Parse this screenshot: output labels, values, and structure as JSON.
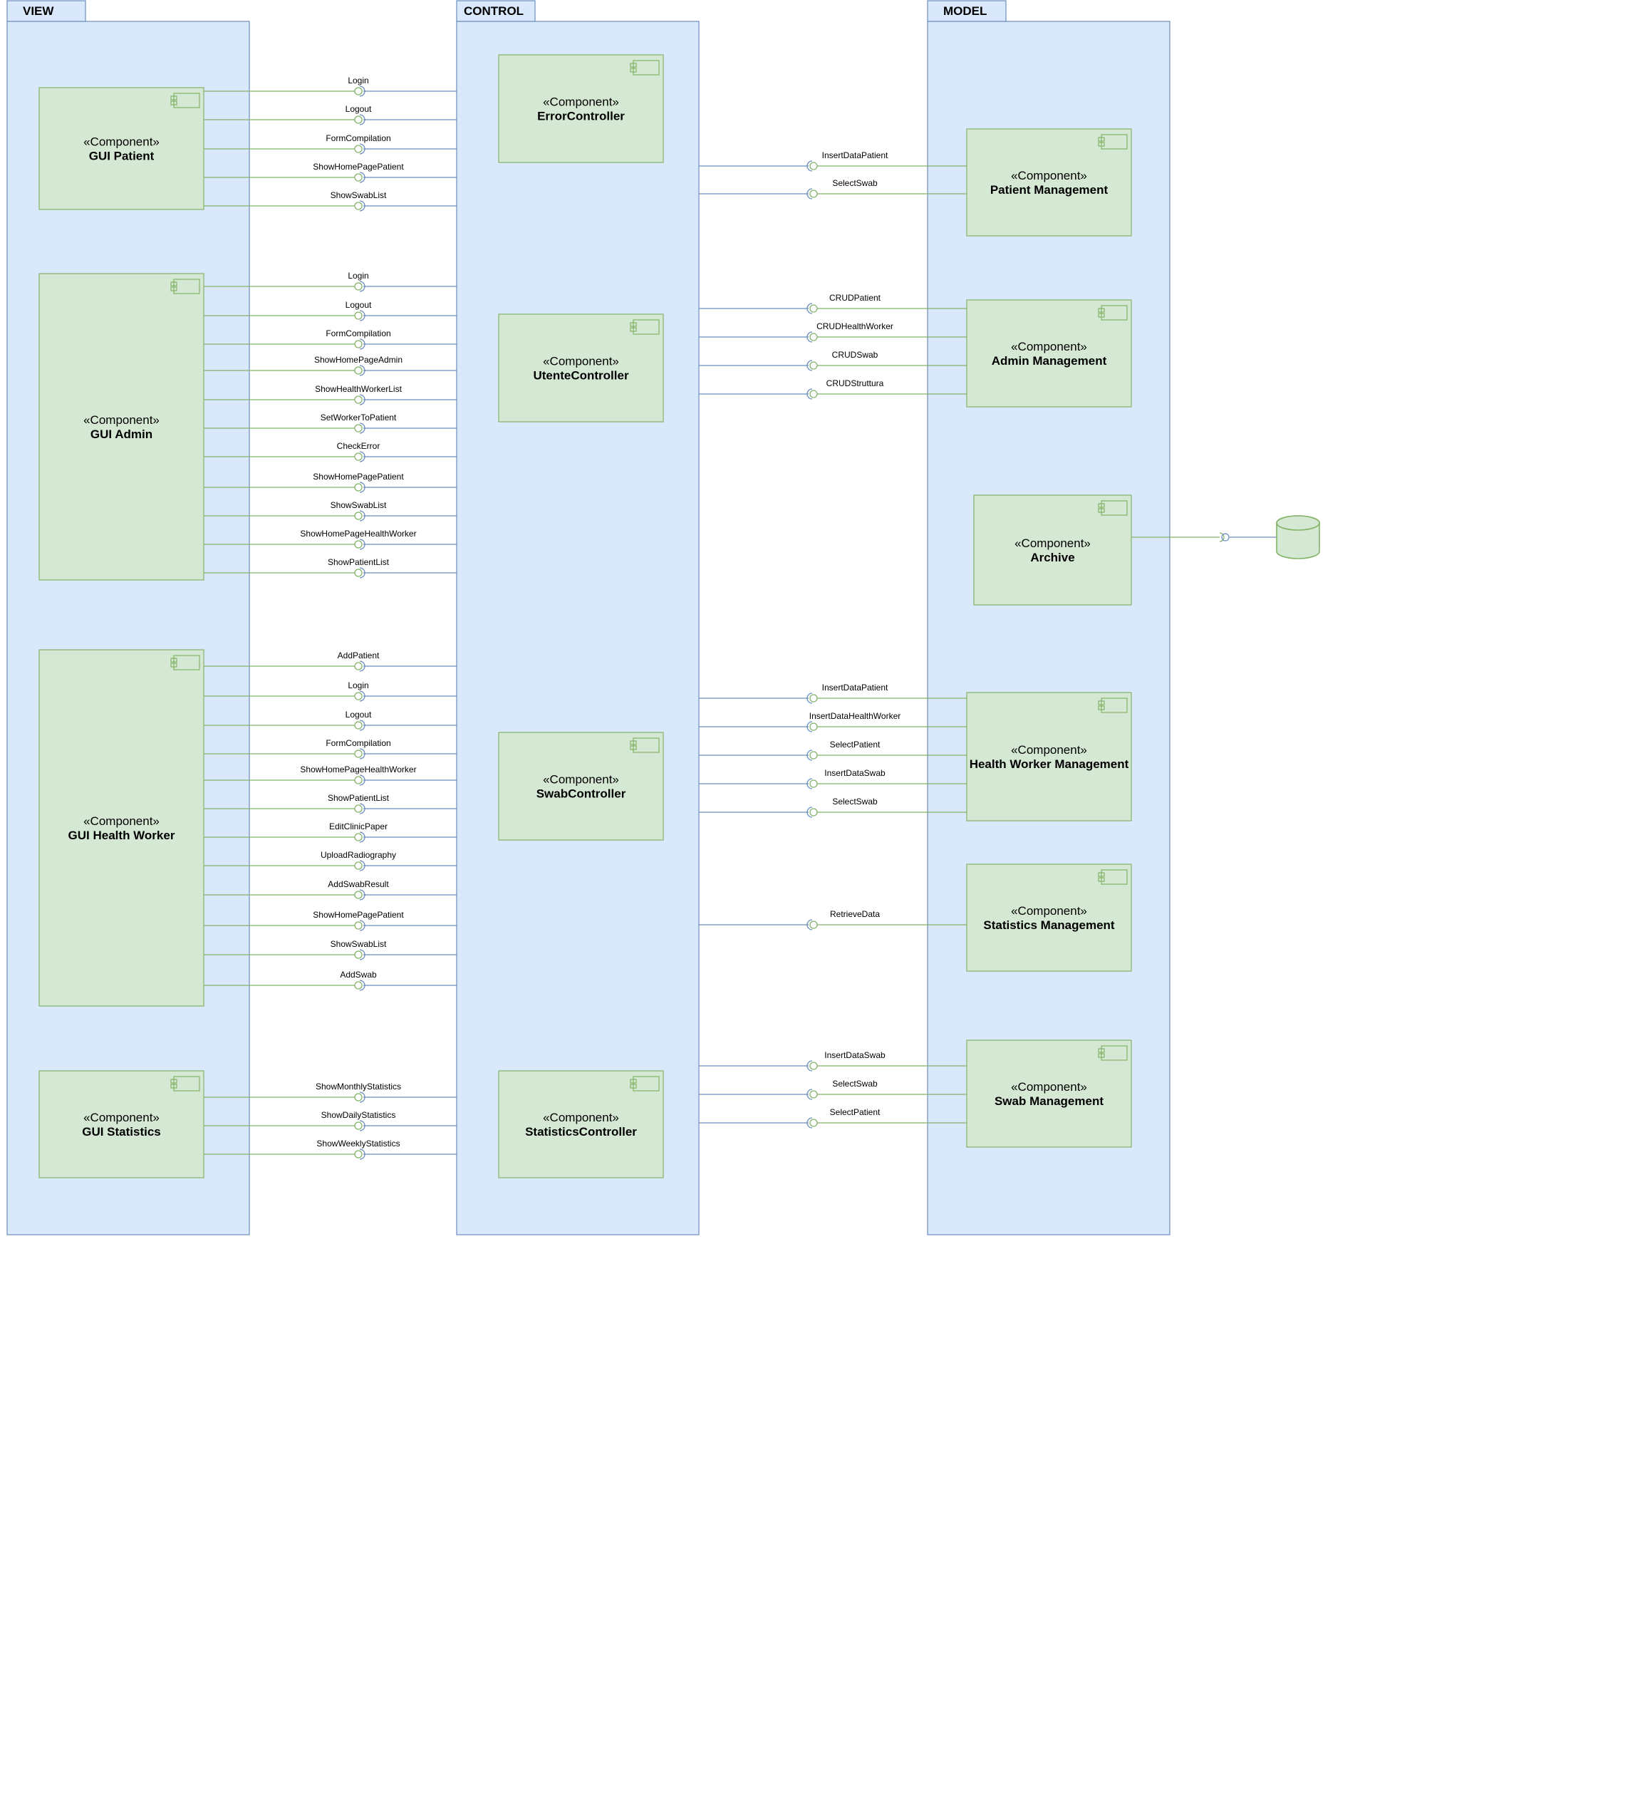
{
  "packages": [
    {
      "id": "view",
      "title": "VIEW"
    },
    {
      "id": "control",
      "title": "CONTROL"
    },
    {
      "id": "model",
      "title": "MODEL"
    }
  ],
  "stereotype": "«Component»",
  "components": [
    {
      "id": "gui-patient",
      "name": "GUI Patient"
    },
    {
      "id": "gui-admin",
      "name": "GUI Admin"
    },
    {
      "id": "gui-health-worker",
      "name": "GUI Health Worker"
    },
    {
      "id": "gui-statistics",
      "name": "GUI Statistics"
    },
    {
      "id": "error-controller",
      "name": "ErrorController"
    },
    {
      "id": "utente-controller",
      "name": "UtenteController"
    },
    {
      "id": "swab-controller",
      "name": "SwabController"
    },
    {
      "id": "statistics-controller",
      "name": "StatisticsController"
    },
    {
      "id": "patient-management",
      "name": "Patient Management"
    },
    {
      "id": "admin-management",
      "name": "Admin Management"
    },
    {
      "id": "archive",
      "name": "Archive"
    },
    {
      "id": "health-worker-management",
      "name": "Health Worker Management"
    },
    {
      "id": "statistics-management",
      "name": "Statistics Management"
    },
    {
      "id": "swab-management",
      "name": "Swab Management"
    }
  ],
  "view_interfaces": {
    "gui_patient": [
      "Login",
      "Logout",
      "FormCompilation",
      "ShowHomePagePatient",
      "ShowSwabList"
    ],
    "gui_admin": [
      "Login",
      "Logout",
      "FormCompilation",
      "ShowHomePageAdmin",
      "ShowHealthWorkerList",
      "SetWorkerToPatient",
      "CheckError",
      "ShowHomePagePatient",
      "ShowSwabList",
      "ShowHomePageHealthWorker",
      "ShowPatientList"
    ],
    "gui_health_worker": [
      "AddPatient",
      "Login",
      "Logout",
      "FormCompilation",
      "ShowHomePageHealthWorker",
      "ShowPatientList",
      "EditClinicPaper",
      "UploadRadiography",
      "AddSwabResult",
      "ShowHomePagePatient",
      "ShowSwabList",
      "AddSwab"
    ],
    "gui_statistics": [
      "ShowMonthlyStatistics",
      "ShowDailyStatistics",
      "ShowWeeklyStatistics"
    ]
  },
  "model_interfaces": {
    "patient_management": [
      "InsertDataPatient",
      "SelectSwab"
    ],
    "admin_management": [
      "CRUDPatient",
      "CRUDHealthWorker",
      "CRUDSwab",
      "CRUDStruttura"
    ],
    "health_worker_management": [
      "InsertDataPatient",
      "InsertDataHealthWorker",
      "SelectPatient",
      "InsertDataSwab",
      "SelectSwab"
    ],
    "statistics_management": [
      "RetrieveData"
    ],
    "swab_management": [
      "InsertDataSwab",
      "SelectSwab",
      "SelectPatient"
    ]
  },
  "archive_link": {
    "target": "database-icon"
  },
  "colors": {
    "package_fill": "#dae8fc",
    "package_stroke": "#6c8ebf",
    "component_fill": "#d5e8d4",
    "component_stroke": "#82b366"
  }
}
